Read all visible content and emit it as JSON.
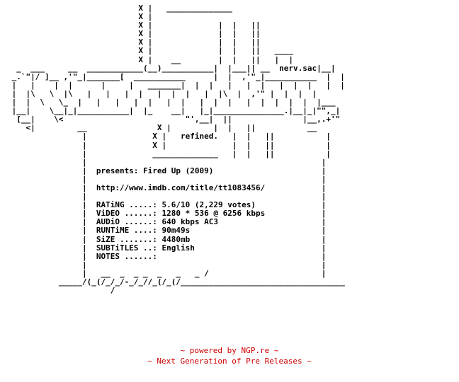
{
  "nfo": {
    "lines": [
      "                            X |   ______________",
      "                            X |",
      "                            X |              |  |   ||",
      "                            X |              |  |   ||",
      "                            X |              |  |   ||",
      "                            X |              |  |   ||   ____",
      "                            X |    __        |  |   ||   |  |",
      "  _  ___     __  ____________(__)___________|  |___|| __  nerv.sac|__|",
      " _.`\"|/ ]__ ,'\"_|_______[  ___________      |  |  ,'\"_|___________  |  |",
      " |   |    |  |      |     |   _______|  |  |   |   |  |   |  |  |   |  |",
      " |  |\\   \\  |\\   |   |   |  |   |  |  |   |  |\\  |  ,'\" |  |  |  |",
      " |  |  \\   \\_  |   |   |   |  |   |  |   |  |  |   |  |  |  |  |  |___",
      " |__|    \\__|_|___________|  |_    __|   |_|_______________.|__|_|\"\",_|",
      "  [__|    \\<                          \"',__|  ||               |__,.+'\"",
      "    <|         __               X |         |  |   ||           __",
      "                |              X |   refined.   |  |   ||           |",
      "                |              X |              |  |   ||           |",
      "                |              ______________   |  |   ||           |",
      "                |                                                  |",
      "                |  presents: Fired Up (2009)                       |",
      "                |                                                  |",
      "                |  http://www.imdb.com/title/tt1083456/            |",
      "                |                                                  |",
      "                |  RATiNG .....: 5.6/10 (2,229 votes)              |",
      "                |  ViDEO ......: 1280 * 536 @ 6256 kbps            |",
      "                |  AUDiO ......: 640 kbps AC3                      |",
      "                |  RUNTiME ....: 90m49s                            |",
      "                |  SiZE .......: 4480mb                            |",
      "                |  SUBTiTLES ..: English                           |",
      "                |  NOTES ......:                                   |",
      "                |                                                  |",
      "                |   __  _  _ _  _   _   _ /                        |",
      "           _____/(_(/_/_/-_/_//_(/_(/___________________________________",
      "                      /"
    ]
  },
  "footer": {
    "line1": "~ powered by NGP.re ~",
    "line2": "~ Next Generation of Pre Releases ~"
  }
}
